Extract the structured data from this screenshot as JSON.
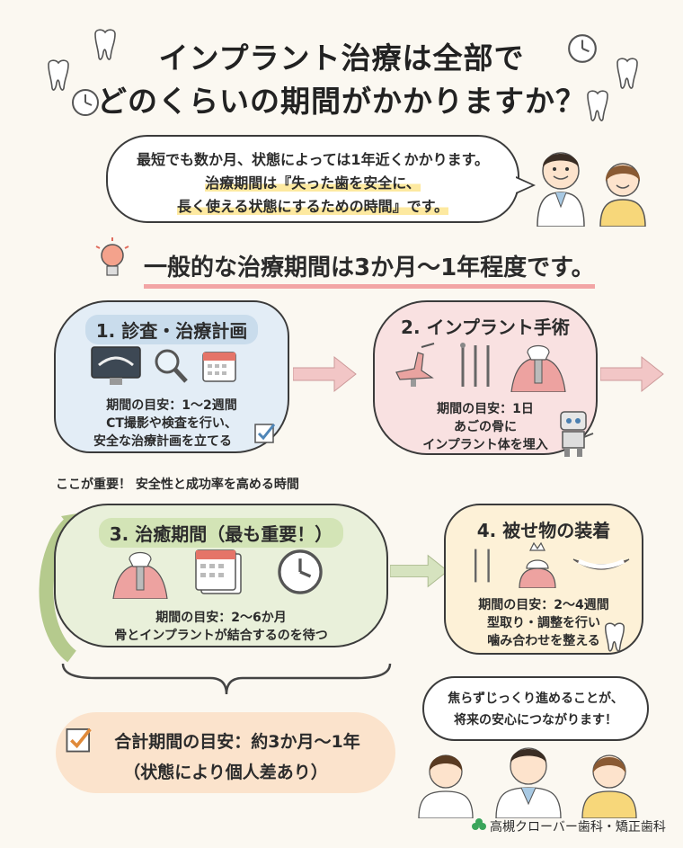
{
  "title": {
    "line1": "インプラント治療は全部で",
    "line2": "どのくらいの期間がかかりますか？"
  },
  "speech_top": {
    "line1": "最短でも数か月、状態によっては1年近くかかります。",
    "line2": "治療期間は『失った歯を安全に、",
    "line3": "長く使える状態にするための時間』です。"
  },
  "headline": "一般的な治療期間は3か月〜1年程度です。",
  "steps": [
    {
      "title": "1. 診査・治療計画",
      "line1": "期間の目安：1〜2週間",
      "line2": "CT撮影や検査を行い、",
      "line3": "安全な治療計画を立てる"
    },
    {
      "title": "2. インプラント手術",
      "line1": "期間の目安：1日",
      "line2": "あごの骨に",
      "line3": "インプラント体を埋入"
    },
    {
      "title": "3. 治癒期間（最も重要！）",
      "line1": "期間の目安：2〜6か月",
      "line2": "骨とインプラントが結合するのを待つ"
    },
    {
      "title": "4. 被せ物の装着",
      "line1": "期間の目安：2〜4週間",
      "line2": "型取り・調整を行い",
      "line3": "噛み合わせを整える"
    }
  ],
  "important": {
    "emphasis": "ここが重要！",
    "text": "安全性と成功率を高める時間"
  },
  "total": {
    "line1": "合計期間の目安：約3か月〜1年",
    "line2": "（状態により個人差あり）"
  },
  "speech_bottom": {
    "line1": "焦らずじっくり進めることが、",
    "line2": "将来の安心につながります！"
  },
  "footer": "高槻クローバー歯科・矯正歯科",
  "colors": {
    "blue_card": "#e3edf6",
    "pink_card": "#f9e1e1",
    "green_card": "#e9f0da",
    "yellow_card": "#fdf1d7",
    "underline": "#f2a5a5",
    "clover": "#3aa55b"
  },
  "icons": [
    "tooth-icon",
    "clock-icon",
    "lightbulb-icon",
    "ct-monitor-icon",
    "magnifier-icon",
    "calendar-icon",
    "dental-chair-icon",
    "dental-tools-icon",
    "implant-icon",
    "robot-icon",
    "check-icon",
    "clover-icon"
  ]
}
